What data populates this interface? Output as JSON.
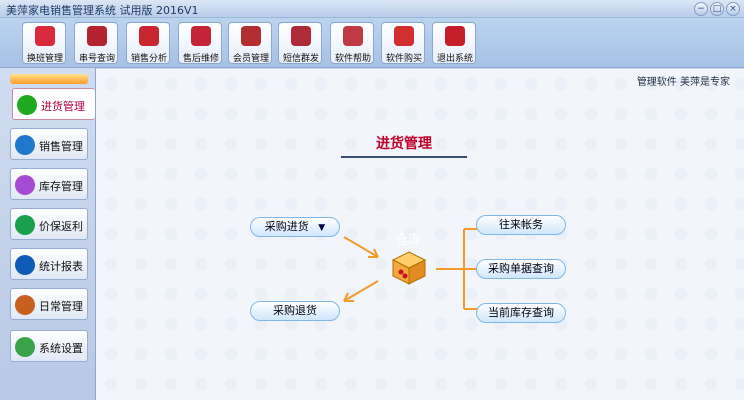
{
  "window": {
    "title": "美萍家电销售管理系统 试用版 2016V1",
    "buttons": [
      "−",
      "□",
      "×"
    ]
  },
  "toolbar": {
    "buttons": [
      {
        "label": "换班管理",
        "icon": "shift-icon",
        "color": "#d92a3c"
      },
      {
        "label": "串号查询",
        "icon": "search-list-icon",
        "color": "#b4242f"
      },
      {
        "label": "销售分析",
        "icon": "bar-chart-icon",
        "color": "#c7252f"
      },
      {
        "label": "售后维修",
        "icon": "wrench-icon",
        "color": "#c32536"
      },
      {
        "label": "会员管理",
        "icon": "members-icon",
        "color": "#b32e2e"
      },
      {
        "label": "短信群发",
        "icon": "envelope-icon",
        "color": "#ad2c38"
      },
      {
        "label": "软件帮助",
        "icon": "help-icon",
        "color": "#c03a45"
      },
      {
        "label": "软件购买",
        "icon": "yen-icon",
        "color": "#d12f2f"
      },
      {
        "label": "退出系统",
        "icon": "exit-icon",
        "color": "#c61d2b"
      }
    ]
  },
  "leftnav": {
    "items": [
      {
        "label": "进货管理",
        "icon": "plus-icon",
        "color": "#1ea91e",
        "active": true
      },
      {
        "label": "销售管理",
        "icon": "globe-icon",
        "color": "#1f78c9",
        "active": false
      },
      {
        "label": "库存管理",
        "icon": "warehouse-icon",
        "color": "#a64bd3",
        "active": false
      },
      {
        "label": "价保返利",
        "icon": "dollar-icon",
        "color": "#19a04a",
        "active": false
      },
      {
        "label": "统计报表",
        "icon": "report-icon",
        "color": "#0f5bb8",
        "active": false
      },
      {
        "label": "日常管理",
        "icon": "handshake-icon",
        "color": "#c75f1f",
        "active": false
      },
      {
        "label": "系统设置",
        "icon": "gear-icon",
        "color": "#3aa34a",
        "active": false
      }
    ]
  },
  "main": {
    "status_text": "管理软件 美萍是专家",
    "section_title": "进货管理",
    "warehouse_label": "仓库",
    "left_pills": {
      "purchase": {
        "label": "采购进货",
        "arrow": "▼"
      },
      "return": {
        "label": "采购退货"
      }
    },
    "right_pills": [
      {
        "label": "往来帐务"
      },
      {
        "label": "采购单据查询"
      },
      {
        "label": "当前库存查询"
      }
    ]
  }
}
